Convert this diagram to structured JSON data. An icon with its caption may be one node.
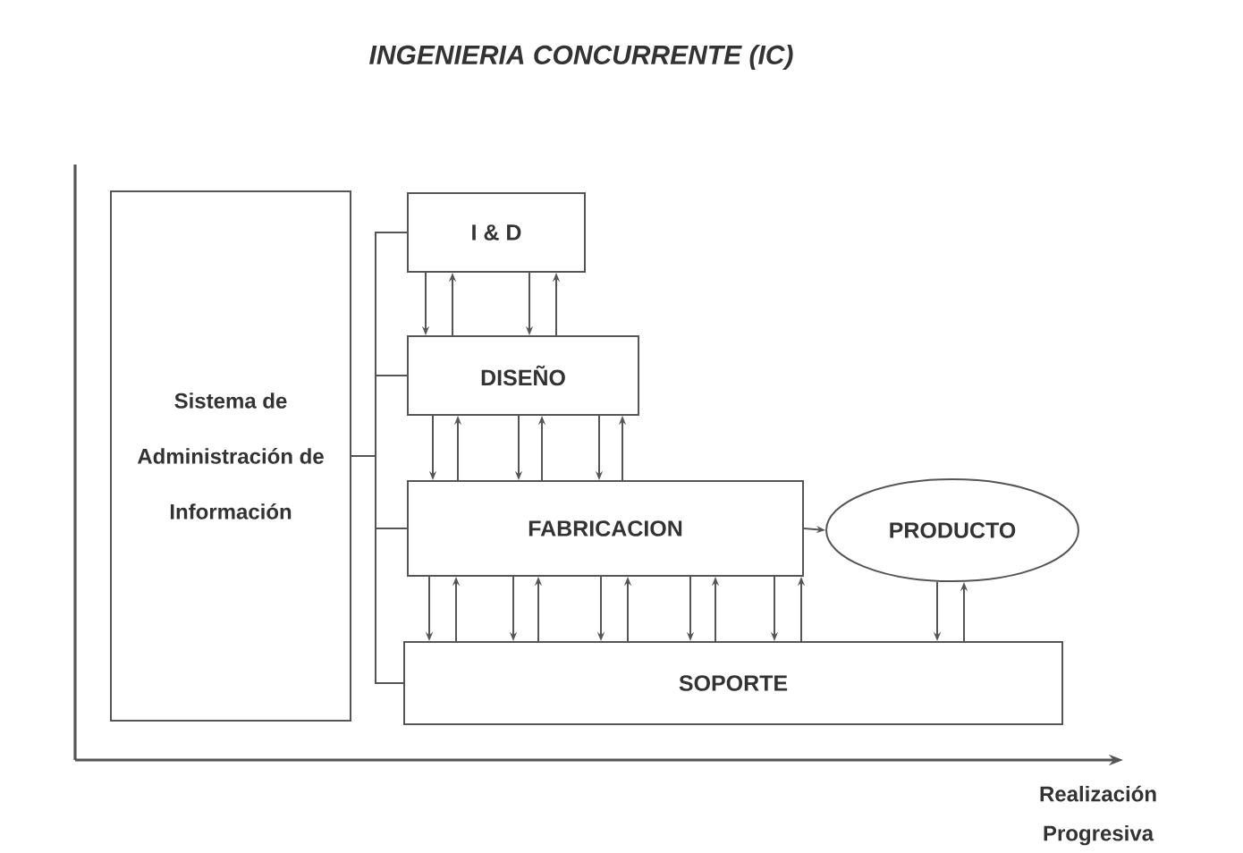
{
  "diagram": {
    "title": "INGENIERIA CONCURRENTE (IC)",
    "nodes": [
      {
        "text": [
          "Sistema de Administración de Información"
        ]
      },
      {
        "text": [
          "I & D"
        ]
      },
      {
        "text": [
          "DISEÑO"
        ]
      },
      {
        "text": [
          "FABRICACION"
        ]
      },
      {
        "text": [
          "PRODUCTO"
        ]
      },
      {
        "text": [
          "SOPORTE"
        ]
      }
    ],
    "edges": [
      {
        "from": 0,
        "to": 1,
        "arrow": "none"
      },
      {
        "from": 0,
        "to": 2,
        "arrow": "none"
      },
      {
        "from": 0,
        "to": 3,
        "arrow": "none"
      },
      {
        "from": 0,
        "to": 5,
        "arrow": "none"
      },
      {
        "from": 1,
        "to": 2,
        "arrow": "to"
      },
      {
        "from": 2,
        "to": 1,
        "arrow": "to"
      },
      {
        "from": 1,
        "to": 2,
        "arrow": "to"
      },
      {
        "from": 2,
        "to": 1,
        "arrow": "to"
      },
      {
        "from": 2,
        "to": 3,
        "arrow": "to"
      },
      {
        "from": 3,
        "to": 2,
        "arrow": "to"
      },
      {
        "from": 2,
        "to": 3,
        "arrow": "to"
      },
      {
        "from": 3,
        "to": 2,
        "arrow": "to"
      },
      {
        "from": 2,
        "to": 3,
        "arrow": "to"
      },
      {
        "from": 3,
        "to": 2,
        "arrow": "to"
      },
      {
        "from": 3,
        "to": 5,
        "arrow": "to"
      },
      {
        "from": 5,
        "to": 3,
        "arrow": "to"
      },
      {
        "from": 3,
        "to": 5,
        "arrow": "to"
      },
      {
        "from": 5,
        "to": 3,
        "arrow": "to"
      },
      {
        "from": 3,
        "to": 5,
        "arrow": "to"
      },
      {
        "from": 5,
        "to": 3,
        "arrow": "to"
      },
      {
        "from": 3,
        "to": 5,
        "arrow": "to"
      },
      {
        "from": 5,
        "to": 3,
        "arrow": "to"
      },
      {
        "from": 3,
        "to": 5,
        "arrow": "to"
      },
      {
        "from": 5,
        "to": 3,
        "arrow": "to"
      },
      {
        "from": 4,
        "to": 5,
        "arrow": "to"
      },
      {
        "from": 5,
        "to": 4,
        "arrow": "to"
      },
      {
        "from": 3,
        "to": 4,
        "arrow": "to"
      }
    ],
    "labels": [
      "Realización Progresiva"
    ]
  }
}
